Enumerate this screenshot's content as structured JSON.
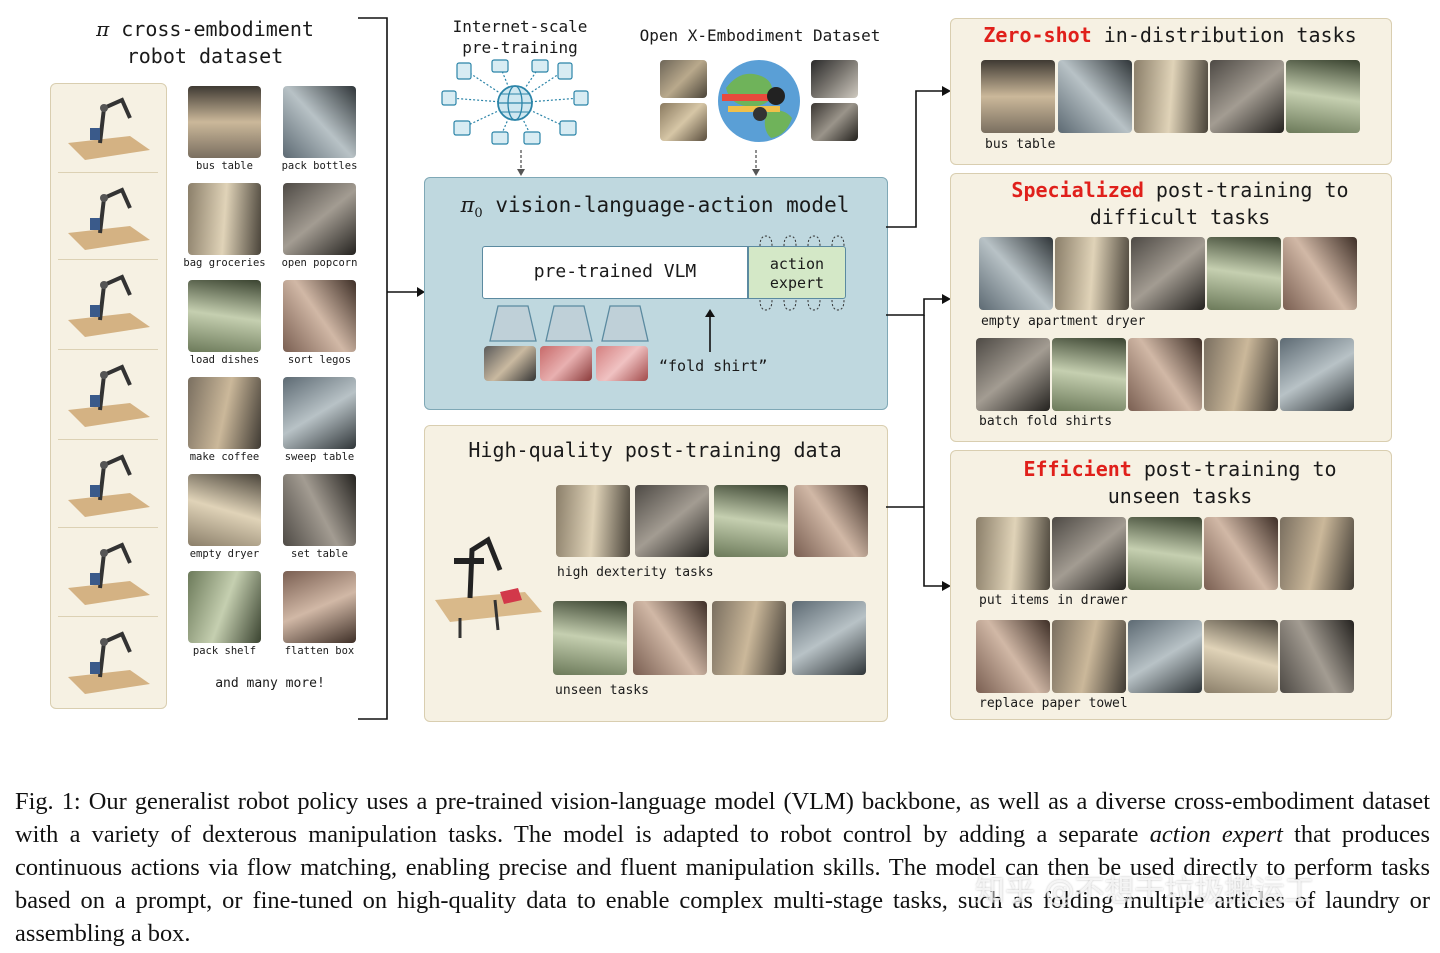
{
  "dataset": {
    "title_line1_symbol": "π",
    "title_line1_text": "cross-embodiment",
    "title_line2": "robot dataset",
    "tasks": [
      "bus table",
      "pack bottles",
      "bag groceries",
      "open popcorn",
      "load dishes",
      "sort legos",
      "make coffee",
      "sweep table",
      "empty dryer",
      "set table",
      "pack shelf",
      "flatten box"
    ],
    "more": "and many more!"
  },
  "pretraining": {
    "internet_line1": "Internet-scale",
    "internet_line2": "pre-training",
    "openx": "Open X-Embodiment Dataset"
  },
  "model": {
    "title_symbol": "π",
    "title_sub": "0",
    "title_text": "vision-language-action model",
    "vlm": "pre-trained VLM",
    "expert_line1": "action",
    "expert_line2": "expert",
    "prompt": "“fold shirt”"
  },
  "post": {
    "title": "High-quality post-training data",
    "dex": "high dexterity tasks",
    "unseen": "unseen tasks"
  },
  "zeroshot": {
    "title_red": "Zero-shot",
    "title_rest": "in-distribution tasks",
    "task": "bus table"
  },
  "specialized": {
    "title_red": "Specialized",
    "title_rest": "post-training to",
    "title_line2": "difficult tasks",
    "task1": "empty apartment dryer",
    "task2": "batch fold shirts"
  },
  "efficient": {
    "title_red": "Efficient",
    "title_rest": "post-training to",
    "title_line2": "unseen tasks",
    "task1": "put items in drawer",
    "task2": "replace paper towel"
  },
  "caption": {
    "part1": "Fig. 1: Our generalist robot policy uses a pre-trained vision-language model (VLM) backbone, as well as a diverse cross-embodiment dataset with a variety of dexterous manipulation tasks. The model is adapted to robot control by adding a separate ",
    "italic": "action expert",
    "part2": " that produces continuous actions via flow matching, enabling precise and fluent manipulation skills. The model can then be used directly to perform tasks based on a prompt, or fine-tuned on high-quality data to enable complex multi-stage tasks, such as folding multiple articles of laundry or assembling a box."
  },
  "watermark": "知乎 @不想干垃圾搬运工",
  "colors": {
    "panel_bg": "#f6f1e3",
    "model_bg": "#bfd8df",
    "expert_bg": "#d4e8c7",
    "accent_red": "#e0201b"
  }
}
